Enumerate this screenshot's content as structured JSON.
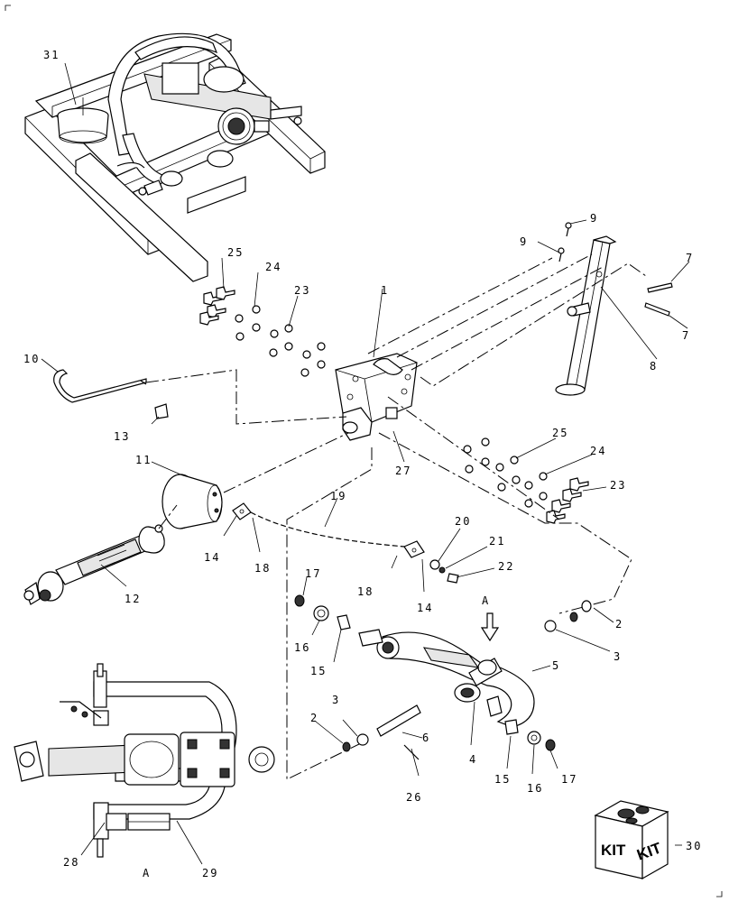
{
  "callouts": {
    "c31": "31",
    "c25a": "25",
    "c24a": "24",
    "c23a": "23",
    "c1": "1",
    "c9a": "9",
    "c9b": "9",
    "c7a": "7",
    "c7b": "7",
    "c8": "8",
    "c10": "10",
    "c13": "13",
    "c11": "11",
    "c12": "12",
    "c25b": "25",
    "c24b": "24",
    "c23b": "23",
    "c27": "27",
    "c19": "19",
    "c14a": "14",
    "c18a": "18",
    "c18b": "18",
    "c14b": "14",
    "c20": "20",
    "c21": "21",
    "c22": "22",
    "c17a": "17",
    "c16a": "16",
    "c15a": "15",
    "cA1": "A",
    "c2a": "2",
    "c3a": "3",
    "c5": "5",
    "c3b": "3",
    "c2b": "2",
    "c6": "6",
    "c4": "4",
    "c15b": "15",
    "c16b": "16",
    "c17b": "17",
    "c26": "26",
    "c28": "28",
    "cA2": "A",
    "c29": "29",
    "c30": "30"
  },
  "kit_box": {
    "left_label": "KIT",
    "right_label": "KIT"
  }
}
